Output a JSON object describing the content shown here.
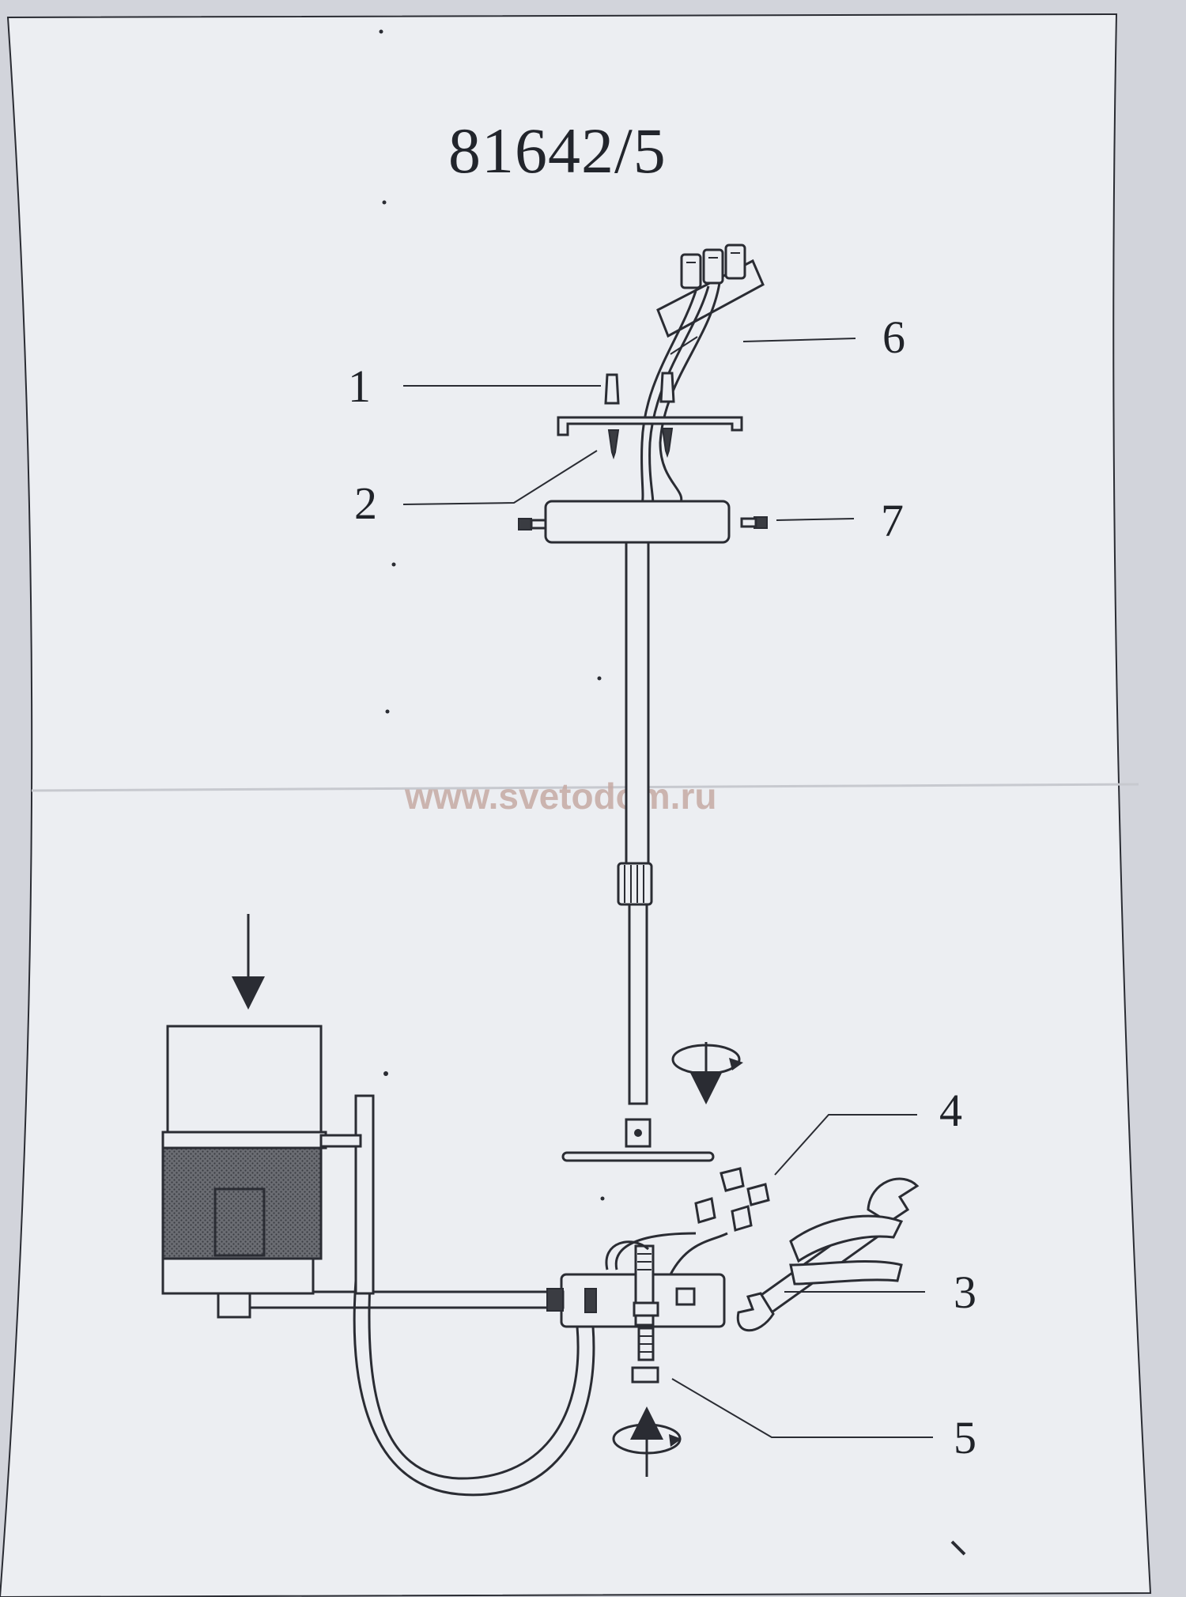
{
  "title": "81642/5",
  "watermark": "www.svetodom.ru",
  "callouts": [
    {
      "id": "1",
      "label": "1"
    },
    {
      "id": "2",
      "label": "2"
    },
    {
      "id": "3",
      "label": "3"
    },
    {
      "id": "4",
      "label": "4"
    },
    {
      "id": "5",
      "label": "5"
    },
    {
      "id": "6",
      "label": "6"
    },
    {
      "id": "7",
      "label": "7"
    }
  ],
  "colors": {
    "paper": "#eceef2",
    "ink": "#2a2c33",
    "watermark": "#c6aaa4",
    "shade_mesh": "#5a5c62"
  }
}
